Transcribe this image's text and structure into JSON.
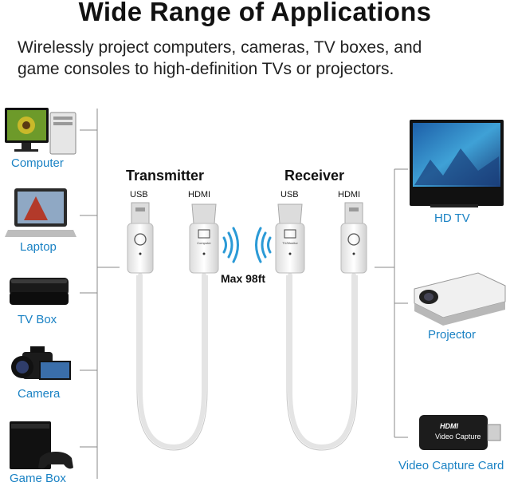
{
  "header": {
    "title": "Wide Range of Applications",
    "subtitle_line1": "Wirelessly project computers, cameras, TV boxes, and",
    "subtitle_line2": "game consoles to high-definition TVs or projectors."
  },
  "sources": [
    {
      "label": "Computer",
      "icon": "computer-icon"
    },
    {
      "label": "Laptop",
      "icon": "laptop-icon"
    },
    {
      "label": "TV Box",
      "icon": "tv-box-icon"
    },
    {
      "label": "Camera",
      "icon": "camera-icon"
    },
    {
      "label": "Game Box",
      "icon": "game-console-icon"
    }
  ],
  "outputs": [
    {
      "label": "HD TV",
      "icon": "tv-icon"
    },
    {
      "label": "Projector",
      "icon": "projector-icon"
    },
    {
      "label": "Video Capture Card",
      "icon": "capture-card-icon"
    }
  ],
  "transmitter": {
    "title": "Transmitter",
    "usb_label": "USB",
    "hdmi_label": "HDMI",
    "plug_text": "Computer"
  },
  "receiver": {
    "title": "Receiver",
    "usb_label": "USB",
    "hdmi_label": "HDMI",
    "plug_text": "TV/Monitor"
  },
  "range_label": "Max 98ft",
  "capture_card": {
    "brand": "HDMI",
    "text": "Video Capture"
  },
  "colors": {
    "accent": "#1a82c4",
    "line": "#8a8a8a",
    "cable": "#e8e8e8",
    "wifi": "#2b9ad6"
  }
}
